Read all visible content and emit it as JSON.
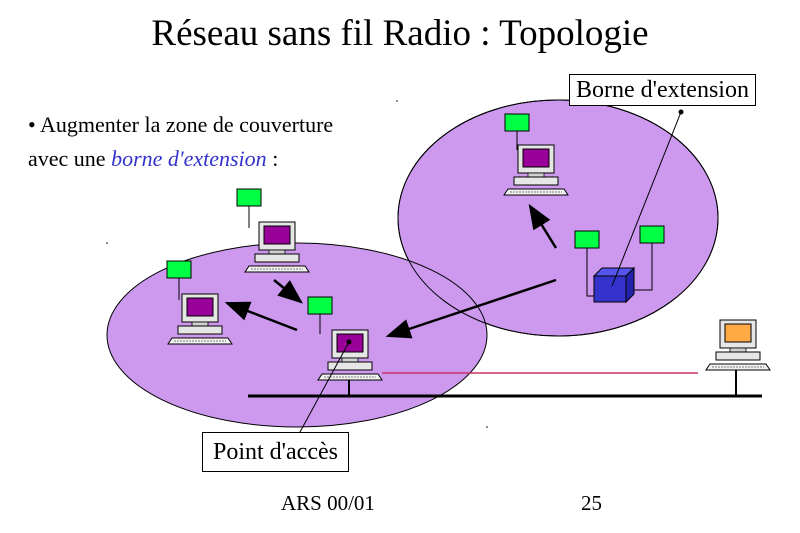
{
  "title": "Réseau sans fil Radio : Topologie",
  "bullet": {
    "symbol": "•",
    "line1": "Augmenter la zone de couverture",
    "line2_prefix": "avec une",
    "line2_emphasis": "borne d'extension",
    "line2_suffix": " :"
  },
  "labels": {
    "extension_point": "Borne d'extension",
    "access_point": "Point d'accès"
  },
  "footer": {
    "left": "ARS 00/01",
    "page": "25"
  },
  "colors": {
    "coverage_zone": "#cc99ee",
    "antenna": "#00ff44",
    "screen_purple": "#990099",
    "screen_orange": "#ffaa44",
    "extension_cube": "#3333cc",
    "link_line": "#cc3366",
    "emphasis": "#3333cc"
  }
}
